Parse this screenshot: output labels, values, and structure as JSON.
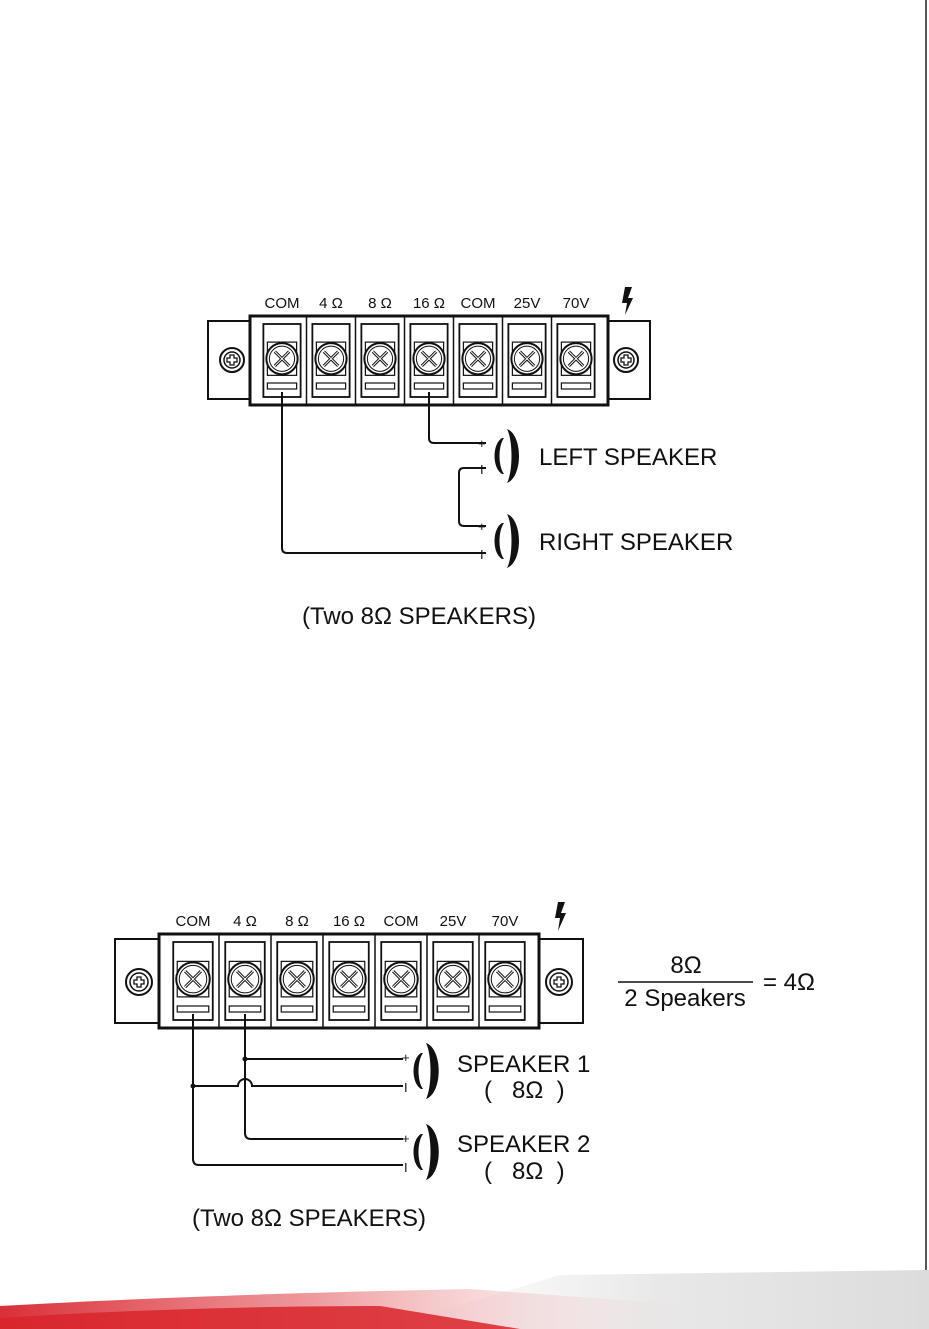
{
  "diagram_top": {
    "terminal_labels": [
      "COM",
      "4 Ω",
      "8 Ω",
      "16 Ω",
      "COM",
      "25V",
      "70V"
    ],
    "speakers": [
      {
        "label": "LEFT SPEAKER",
        "plus": "+",
        "minus": "I"
      },
      {
        "label": "RIGHT SPEAKER",
        "plus": "+",
        "minus": "I"
      }
    ],
    "caption": "(Two 8Ω  SPEAKERS)"
  },
  "diagram_bottom": {
    "terminal_labels": [
      "COM",
      "4 Ω",
      "8 Ω",
      "16 Ω",
      "COM",
      "25V",
      "70V"
    ],
    "speakers": [
      {
        "label": "SPEAKER 1",
        "sublabel": "(   8Ω  )",
        "plus": "+",
        "minus": "I"
      },
      {
        "label": "SPEAKER 2",
        "sublabel": "(   8Ω  )",
        "plus": "+",
        "minus": "I"
      }
    ],
    "formula": {
      "numerator": "8Ω",
      "denominator": "2 Speakers",
      "result": "= 4Ω"
    },
    "caption": "(Two 8Ω  SPEAKERS)"
  },
  "colors": {
    "ink": "#111111",
    "footer_red": "#d8242c",
    "footer_grey": "#e8e8e8"
  },
  "icons": [
    "lightning-icon",
    "screw-icon",
    "speaker-icon"
  ]
}
